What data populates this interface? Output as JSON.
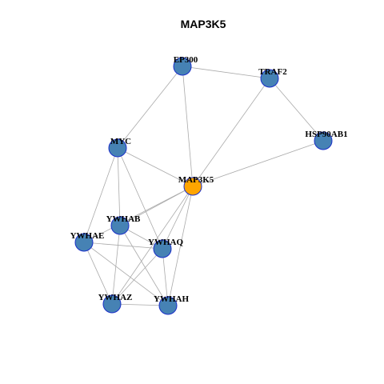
{
  "title": "MAP3K5",
  "colors": {
    "default_node": "#4682b4",
    "focus_node": "#ffa500",
    "node_border": "#1a2fc9",
    "edge": "#aaaaaa"
  },
  "network": {
    "nodes": [
      {
        "id": "EP300",
        "label": "EP300",
        "focus": false
      },
      {
        "id": "TRAF2",
        "label": "TRAF2",
        "focus": false
      },
      {
        "id": "HSP90AB1",
        "label": "HSP90AB1",
        "focus": false
      },
      {
        "id": "MYC",
        "label": "MYC",
        "focus": false
      },
      {
        "id": "MAP3K5",
        "label": "MAP3K5",
        "focus": true
      },
      {
        "id": "YWHAB",
        "label": "YWHAB",
        "focus": false
      },
      {
        "id": "YWHAE",
        "label": "YWHAE",
        "focus": false
      },
      {
        "id": "YWHAQ",
        "label": "YWHAQ",
        "focus": false
      },
      {
        "id": "YWHAZ",
        "label": "YWHAZ",
        "focus": false
      },
      {
        "id": "YWHAH",
        "label": "YWHAH",
        "focus": false
      }
    ],
    "edges": [
      [
        "EP300",
        "TRAF2"
      ],
      [
        "EP300",
        "MYC"
      ],
      [
        "EP300",
        "MAP3K5"
      ],
      [
        "TRAF2",
        "HSP90AB1"
      ],
      [
        "TRAF2",
        "MAP3K5"
      ],
      [
        "HSP90AB1",
        "MAP3K5"
      ],
      [
        "MYC",
        "MAP3K5"
      ],
      [
        "MYC",
        "YWHAB"
      ],
      [
        "MYC",
        "YWHAE"
      ],
      [
        "MYC",
        "YWHAQ"
      ],
      [
        "MAP3K5",
        "YWHAB"
      ],
      [
        "MAP3K5",
        "YWHAE"
      ],
      [
        "MAP3K5",
        "YWHAQ"
      ],
      [
        "MAP3K5",
        "YWHAZ"
      ],
      [
        "MAP3K5",
        "YWHAH"
      ],
      [
        "YWHAB",
        "YWHAQ"
      ],
      [
        "YWHAB",
        "YWHAZ"
      ],
      [
        "YWHAB",
        "YWHAH"
      ],
      [
        "YWHAE",
        "YWHAQ"
      ],
      [
        "YWHAE",
        "YWHAZ"
      ],
      [
        "YWHAE",
        "YWHAH"
      ],
      [
        "YWHAQ",
        "YWHAZ"
      ],
      [
        "YWHAQ",
        "YWHAH"
      ],
      [
        "YWHAZ",
        "YWHAH"
      ]
    ]
  }
}
